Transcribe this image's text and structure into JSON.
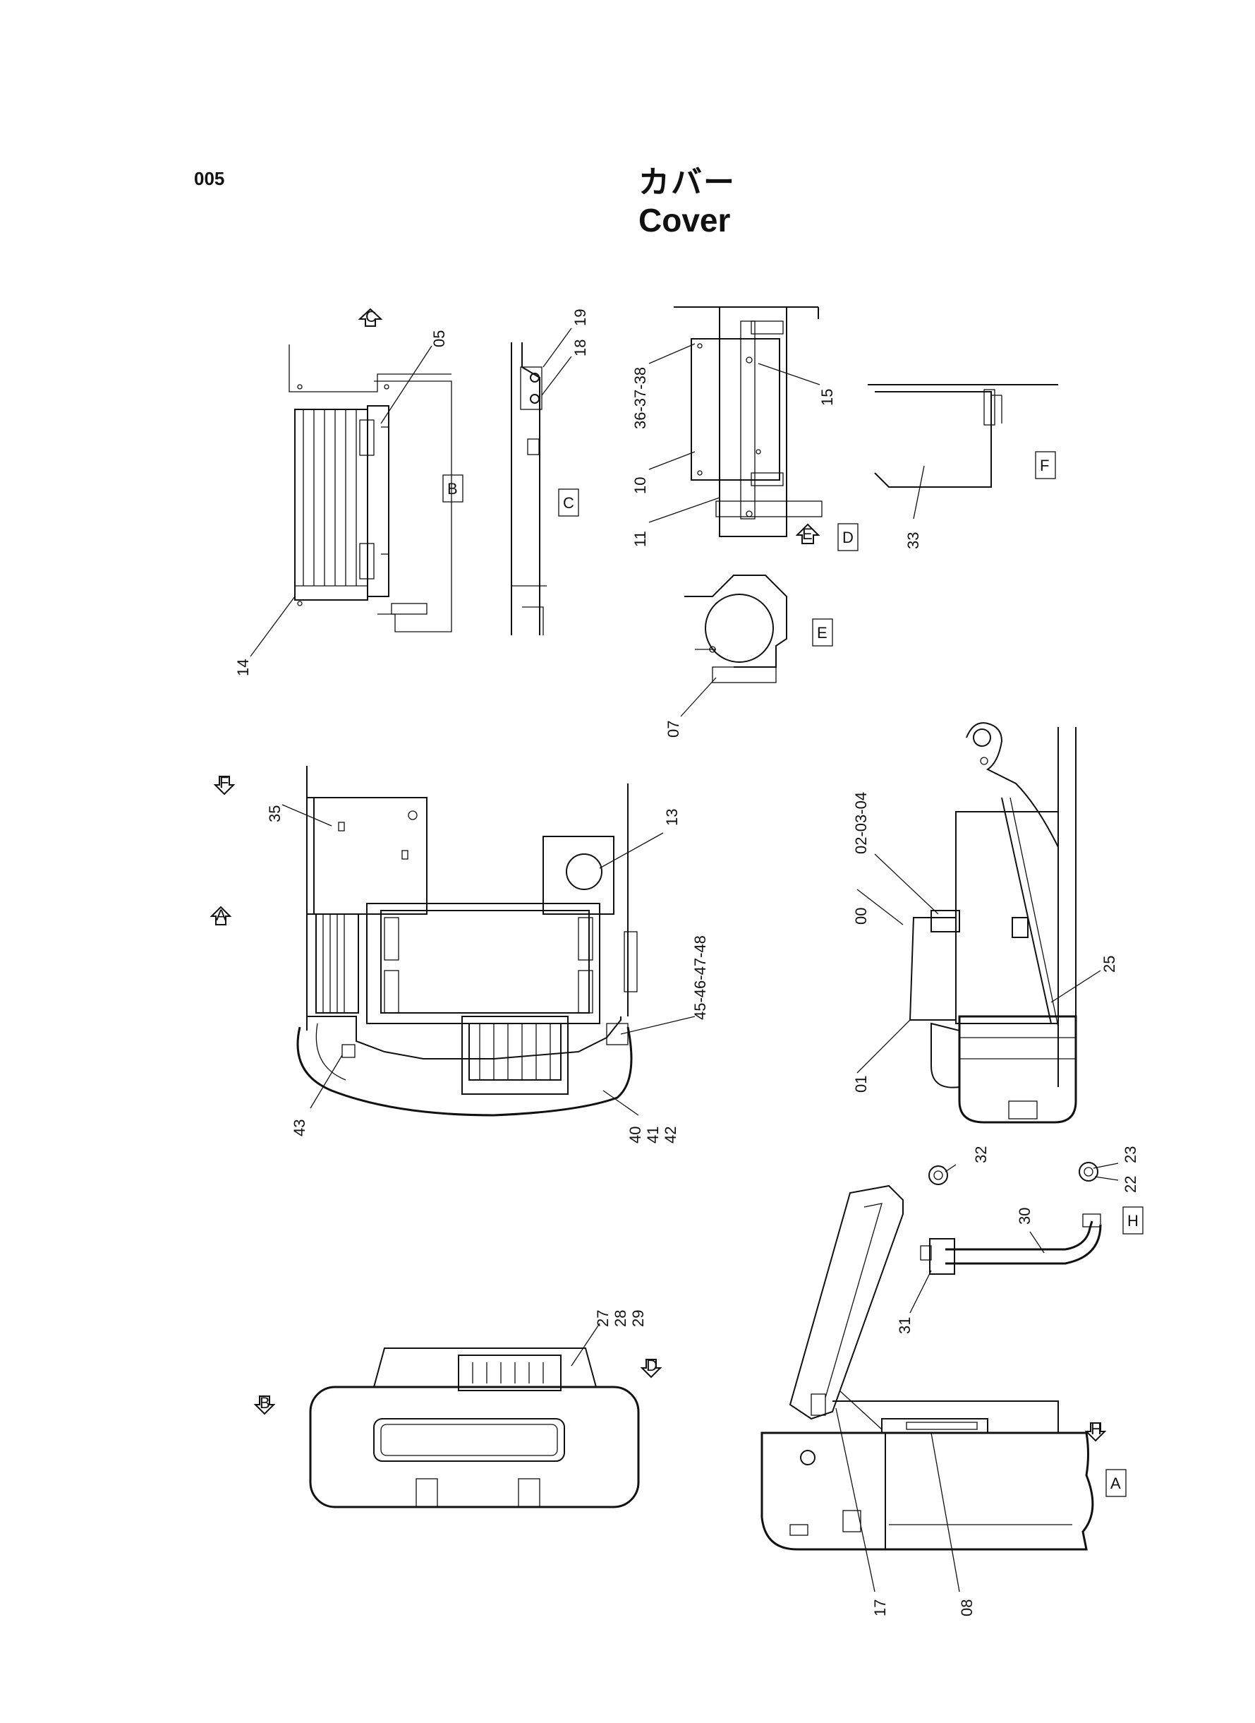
{
  "page_number": "005",
  "title_jp": "カバー",
  "title_en": "Cover",
  "view_markers": {
    "A": "A",
    "B": "B",
    "C": "C",
    "D": "D",
    "E": "E",
    "F": "F",
    "H": "H"
  },
  "part_labels": {
    "p00": "00",
    "p01": "01",
    "p02": "02-03-04",
    "p05": "05",
    "p07": "07",
    "p08": "08",
    "p10": "10",
    "p11": "11",
    "p13": "13",
    "p14": "14",
    "p15": "15",
    "p17": "17",
    "p18": "18",
    "p19": "19",
    "p22": "22",
    "p23": "23",
    "p25": "25",
    "p27": "27",
    "p28": "28",
    "p29": "29",
    "p30": "30",
    "p31": "31",
    "p32": "32",
    "p33": "33",
    "p35": "35",
    "p36": "36-37-38",
    "p40": "40",
    "p41": "41",
    "p42": "42",
    "p43": "43",
    "p45": "45-46-47-48"
  }
}
